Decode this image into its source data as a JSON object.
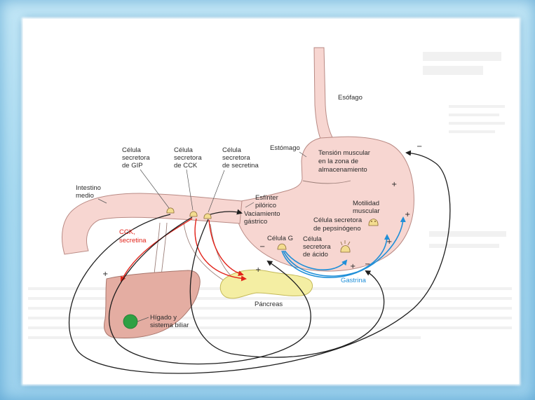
{
  "labels": {
    "esofago": "Esófago",
    "estomago": "Estómago",
    "tension": [
      "Tensión muscular",
      "en la zona de",
      "almacenamiento"
    ],
    "gip": [
      "Célula",
      "secretora",
      "de GIP"
    ],
    "cck": [
      "Célula",
      "secretora",
      "de CCK"
    ],
    "secretina": [
      "Célula",
      "secretora",
      "de secretina"
    ],
    "intestino": [
      "Intestino",
      "medio"
    ],
    "esfinter": [
      "Esfínter",
      "pilórico"
    ],
    "vaciamiento": [
      "Vaciamiento",
      "gástrico"
    ],
    "motilidad": [
      "Motilidad",
      "muscular"
    ],
    "pepsinogeno": [
      "Célula secretora",
      "de pepsinógeno"
    ],
    "hormonas_intestino": [
      "CCK,",
      "secretina"
    ],
    "celula_g": "Célula G",
    "acido": [
      "Célula",
      "secretora",
      "de ácido"
    ],
    "gastrina": "Gastrina",
    "pancreas": "Páncreas",
    "higado": [
      "Hígado y",
      "sistema biliar"
    ]
  },
  "signs": {
    "plus": "+",
    "minus": "−"
  },
  "colors": {
    "organ": "#f7d6d1",
    "liver": "#e4ada2",
    "pancreas": "#f4eea3",
    "gallbladder": "#2ea043",
    "cck_secretina_arrows": "#e2231a",
    "gastrina_arrows": "#1f8fd8",
    "neural_arrows": "#1e1e1e",
    "frame": "#a9dbf1"
  }
}
